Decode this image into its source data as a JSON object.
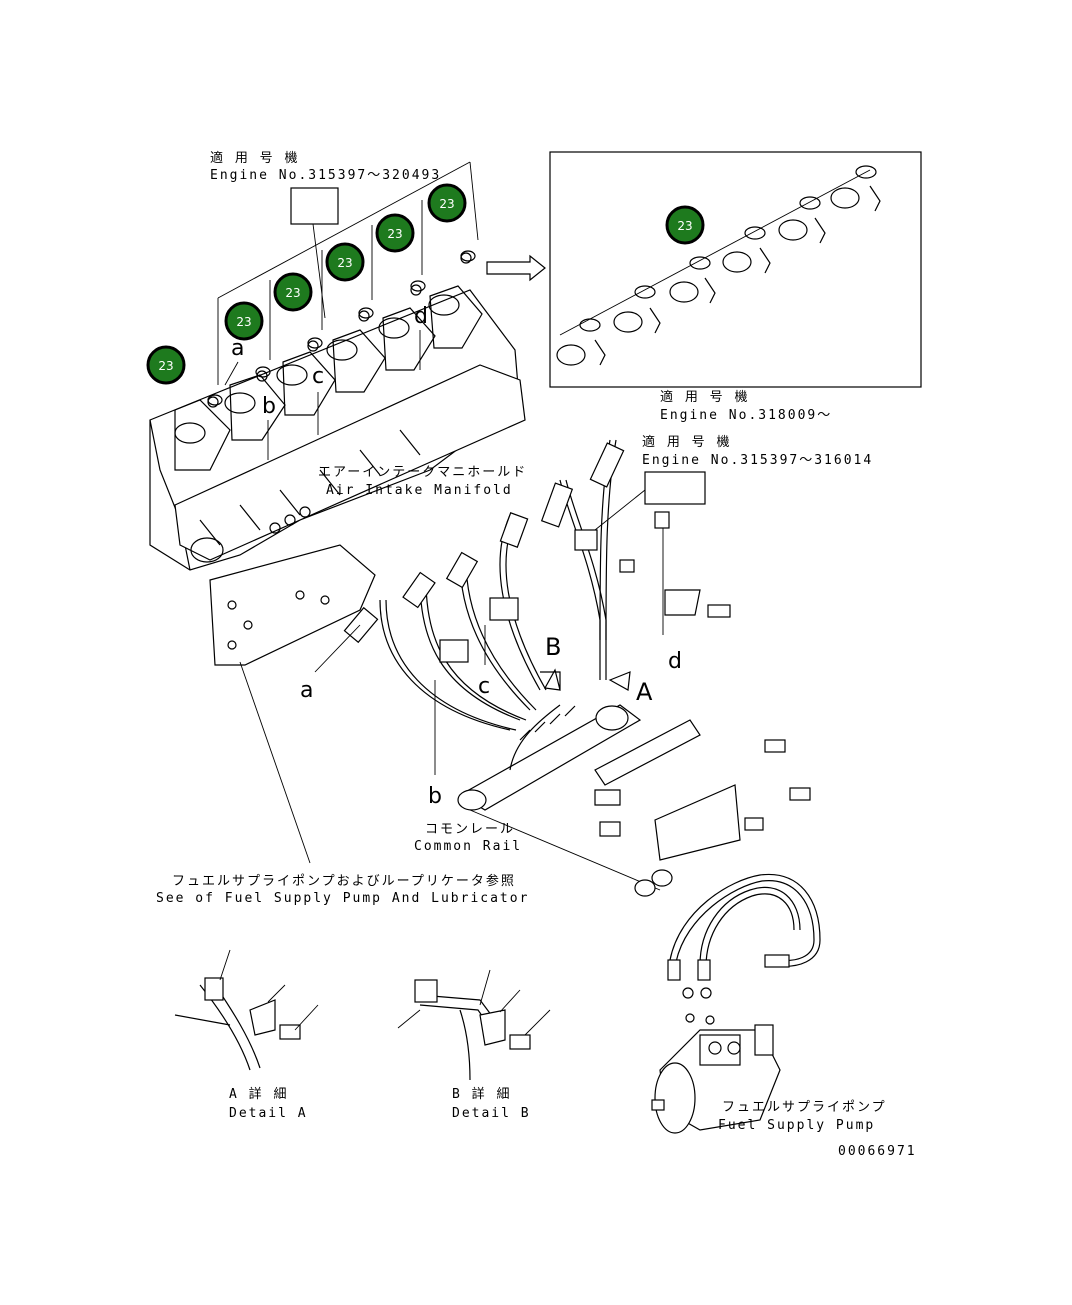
{
  "labels": {
    "serial_top_jp": "適 用 号 機",
    "serial_top_en": "Engine No.315397～320493",
    "serial_inset_jp": "適 用 号 機",
    "serial_inset_en": "Engine No.318009～",
    "serial_mid_jp": "適 用 号 機",
    "serial_mid_en": "Engine No.315397～316014",
    "manifold_jp": "エアーインテークマニホールド",
    "manifold_en": "Air Intake Manifold",
    "rail_jp": "コモンレール",
    "rail_en": "Common Rail",
    "see_pump_jp": "フュエルサプライポンプおよびループリケータ参照",
    "see_pump_en": "See of Fuel Supply Pump And Lubricator",
    "detail_a_jp": "A 詳 細",
    "detail_a_en": "Detail A",
    "detail_b_jp": "B 詳 細",
    "detail_b_en": "Detail B",
    "pump_jp": "フュエルサプライポンプ",
    "pump_en": "Fuel Supply Pump",
    "drawing_no": "00066971"
  },
  "view_refs": {
    "a": "a",
    "b": "b",
    "c": "c",
    "d": "d",
    "view_A": "A",
    "view_B": "B"
  },
  "callouts": [
    {
      "id": "callout-1",
      "number": "23"
    },
    {
      "id": "callout-2",
      "number": "23"
    },
    {
      "id": "callout-3",
      "number": "23"
    },
    {
      "id": "callout-4",
      "number": "23"
    },
    {
      "id": "callout-5",
      "number": "23"
    },
    {
      "id": "callout-6",
      "number": "23"
    },
    {
      "id": "callout-7",
      "number": "23"
    }
  ],
  "colors": {
    "callout_fill": "#1e7a1e",
    "line": "#000000",
    "background": "#ffffff"
  }
}
